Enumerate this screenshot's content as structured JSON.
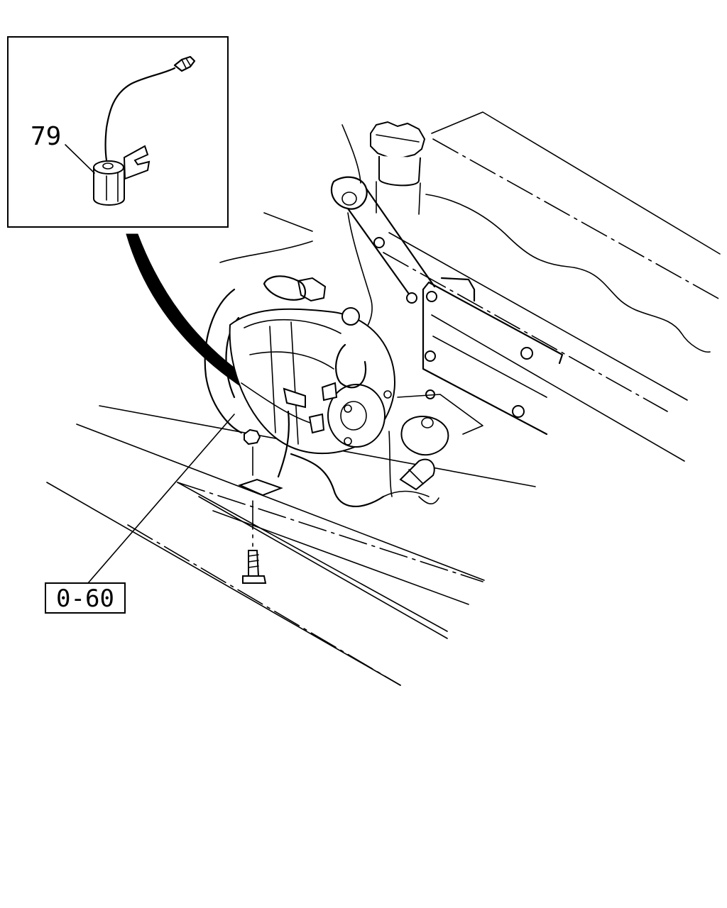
{
  "diagram": {
    "callouts": [
      {
        "id": "part-79",
        "text": "79"
      },
      {
        "id": "ref-0-60",
        "text": "0-60"
      }
    ],
    "line_color": "#000000",
    "background": "#ffffff"
  }
}
